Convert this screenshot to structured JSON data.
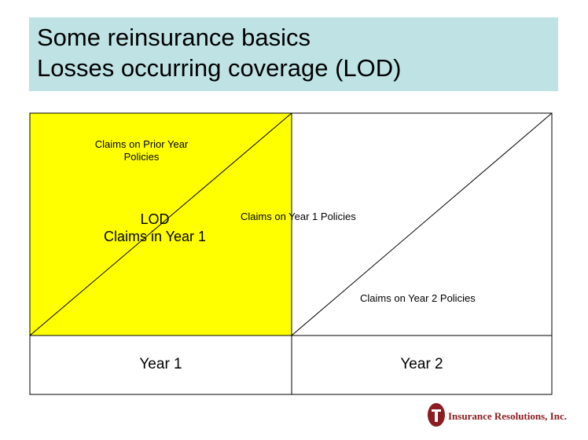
{
  "title": {
    "line1": "Some reinsurance basics",
    "line2": "Losses occurring coverage (LOD)"
  },
  "diagram": {
    "prior_year_claims_label_line1": "Claims on Prior Year",
    "prior_year_claims_label_line2": "Policies",
    "lod_label_line1": "LOD",
    "lod_label_line2": "Claims in Year 1",
    "year1_policies_label": "Claims on Year 1 Policies",
    "year2_policies_label": "Claims on Year 2 Policies",
    "year1_label": "Year 1",
    "year2_label": "Year 2",
    "highlight_color": "#ffff00"
  },
  "logo": {
    "text": "Insurance Resolutions, Inc.",
    "color": "#8b1c22"
  }
}
